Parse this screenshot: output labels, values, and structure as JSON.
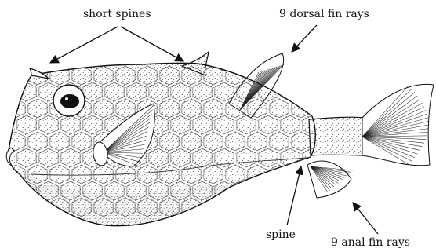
{
  "labels": {
    "short_spines": "short spines",
    "dorsal_fin_rays": "9 dorsal fin rays",
    "spine": "spine",
    "anal_fin_rays": "9 anal fin rays"
  },
  "colors": {
    "ink": "#111111",
    "background": "#ffffff"
  }
}
